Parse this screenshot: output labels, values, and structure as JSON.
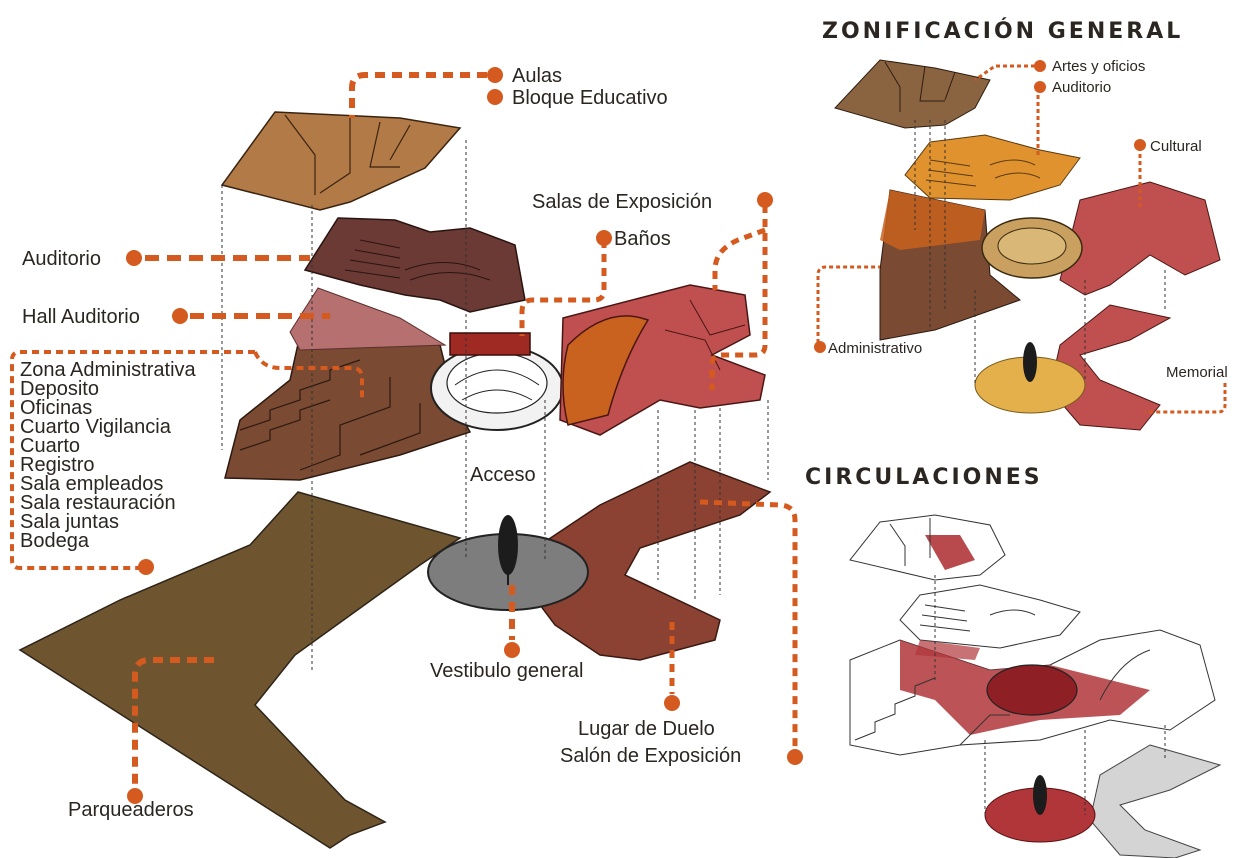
{
  "headings": {
    "zonificacion": "ZONIFICACIÓN GENERAL",
    "circulaciones": "CIRCULACIONES"
  },
  "main_labels": {
    "aulas": "Aulas",
    "bloque_educativo": "Bloque Educativo",
    "salas_exposicion": "Salas de Exposición",
    "banos": "Baños",
    "auditorio": "Auditorio",
    "hall_auditorio": "Hall Auditorio",
    "admin_list": [
      "Zona Administrativa",
      "Deposito",
      "Oficinas",
      "Cuarto Vigilancia",
      "Cuarto",
      "Registro",
      "Sala empleados",
      "Sala restauración",
      "Sala juntas",
      "Bodega"
    ],
    "acceso": "Acceso",
    "vestibulo": "Vestibulo general",
    "lugar_duelo": "Lugar de Duelo",
    "salon_exposicion": "Salón de Exposición",
    "parqueaderos": "Parqueaderos"
  },
  "zoning_labels": {
    "artes": "Artes y oficios",
    "auditorio": "Auditorio",
    "cultural": "Cultural",
    "administrativo": "Administrativo",
    "memorial": "Memorial"
  },
  "colors": {
    "accent": "#d45a1f",
    "parking": "#6e5530",
    "admin": "#7a4a33",
    "auditorium": "#6b3a34",
    "education": "#b27a47",
    "exhibition": "#c0504f",
    "duelo": "#8b4232",
    "vestibule": "#7d7d7d",
    "circulation": "#b0363a"
  }
}
